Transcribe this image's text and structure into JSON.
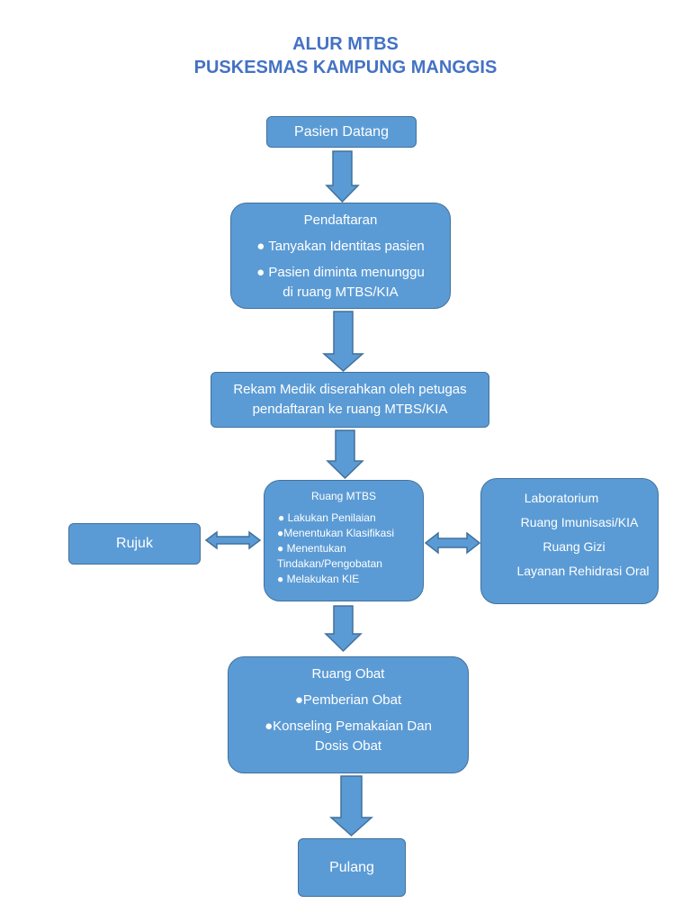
{
  "title": {
    "line1": "ALUR MTBS",
    "line2": "PUSKESMAS KAMPUNG MANGGIS"
  },
  "pasien_datang": "Pasien Datang",
  "pendaftaran": {
    "heading": "Pendaftaran",
    "item1": "● Tanyakan Identitas pasien",
    "item2a": "● Pasien diminta menunggu",
    "item2b": "di ruang MTBS/KIA"
  },
  "rekam_medik": {
    "line1": "Rekam Medik diserahkan oleh petugas",
    "line2": "pendaftaran ke ruang MTBS/KIA"
  },
  "ruang_mtbs": {
    "heading": "Ruang MTBS",
    "item1": "● Lakukan Penilaian",
    "item2": "●Menentukan Klasifikasi",
    "item3a": "● Menentukan",
    "item3b": "Tindakan/Pengobatan",
    "item4": "● Melakukan KIE"
  },
  "rujuk": "Rujuk",
  "layanan": {
    "item1": "Laboratorium",
    "item2": "Ruang Imunisasi/KIA",
    "item3": "Ruang Gizi",
    "item4": "Layanan Rehidrasi Oral"
  },
  "ruang_obat": {
    "heading": "Ruang Obat",
    "item1": "●Pemberian Obat",
    "item2a": "●Konseling Pemakaian Dan",
    "item2b": "Dosis Obat"
  },
  "pulang": "Pulang",
  "colors": {
    "title": "#4472c4",
    "box_fill": "#5b9bd5",
    "box_border": "#41719c",
    "text": "#ffffff"
  }
}
